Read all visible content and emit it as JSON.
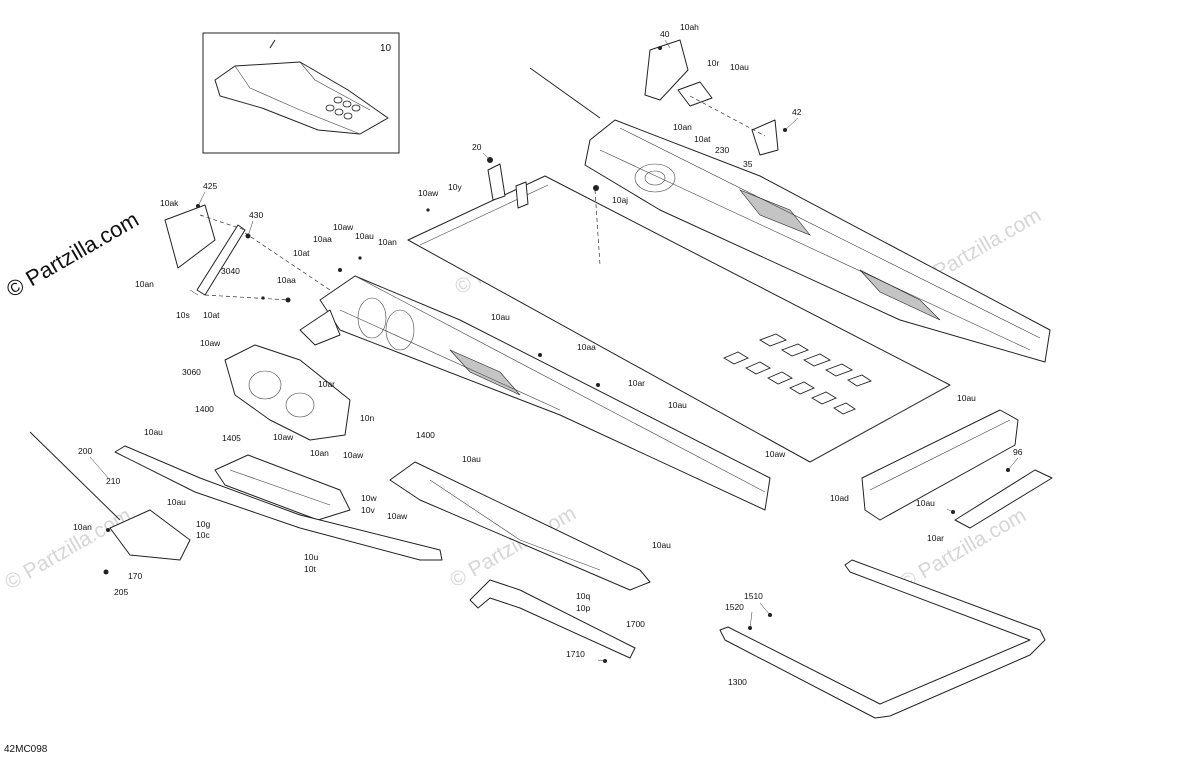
{
  "diagram": {
    "code": "42MC098",
    "brand": "© Partzilla.com",
    "watermark": "© Partzilla.com",
    "inset_label": "10",
    "labels": [
      "10",
      "10ah",
      "40",
      "10r",
      "10au",
      "42",
      "10an",
      "10at",
      "230",
      "35",
      "20",
      "10aw",
      "10y",
      "10aj",
      "425",
      "10ak",
      "430",
      "3040",
      "10aa",
      "10aw",
      "10au",
      "10aa",
      "10an",
      "10at",
      "10an",
      "10s",
      "10at",
      "10au",
      "10aa",
      "10aw",
      "3060",
      "10ar",
      "1400",
      "10n",
      "1405",
      "10aw",
      "10an",
      "1400",
      "10ar",
      "10au",
      "10au",
      "200",
      "210",
      "10au",
      "10an",
      "10aw",
      "10w",
      "10v",
      "10au",
      "10g",
      "10c",
      "170",
      "205",
      "10aw",
      "10u",
      "10t",
      "10au",
      "10q",
      "10p",
      "1700",
      "1710",
      "10au",
      "10aw",
      "10ad",
      "10au",
      "96",
      "10ar",
      "1510",
      "1520",
      "1300"
    ]
  }
}
